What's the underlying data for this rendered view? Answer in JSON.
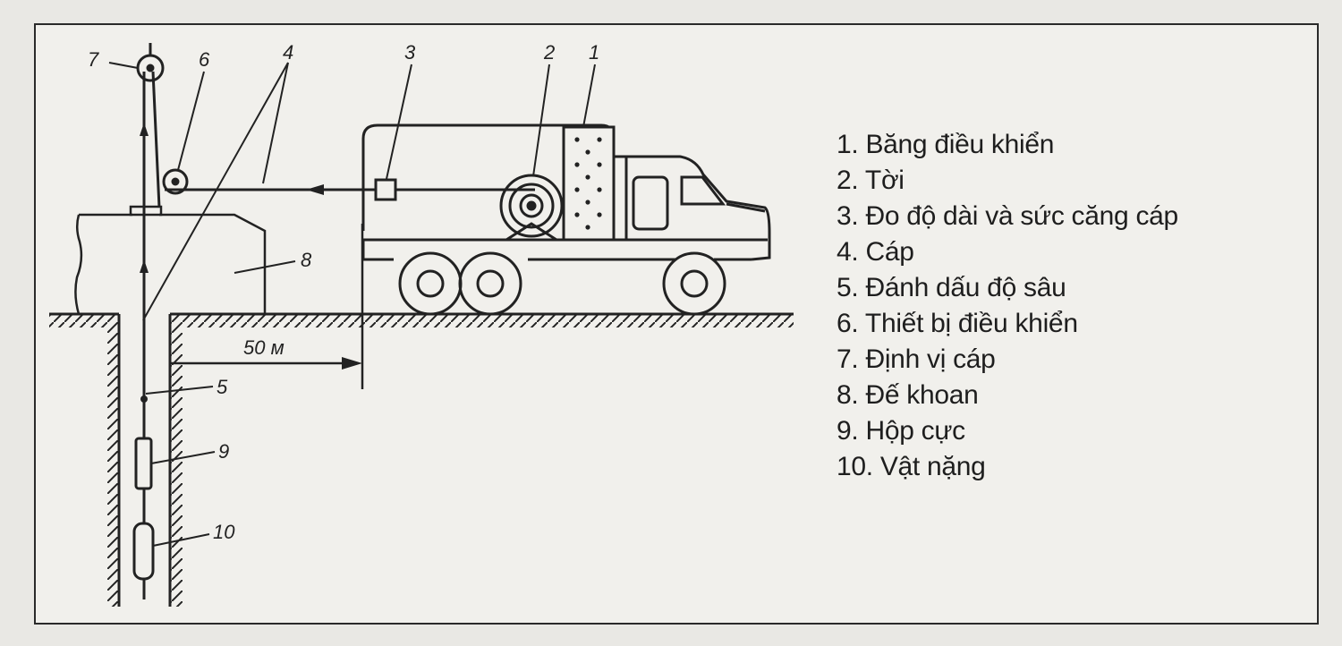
{
  "labels": {
    "n1": "1",
    "n2": "2",
    "n3": "3",
    "n4": "4",
    "n5": "5",
    "n6": "6",
    "n7": "7",
    "n8": "8",
    "n9": "9",
    "n10": "10",
    "distance": "50 м"
  },
  "legend": [
    "1. Băng điều khiển",
    "2. Tời",
    "3. Đo độ dài và sức căng cáp",
    "4. Cáp",
    "5. Đánh dấu độ sâu",
    "6. Thiết bị điều khiển",
    "7. Định vị cáp",
    "8. Đế khoan",
    "9. Hộp cực",
    "10. Vật nặng"
  ],
  "colors": {
    "ink": "#222222",
    "paper": "#f1f0ec"
  }
}
